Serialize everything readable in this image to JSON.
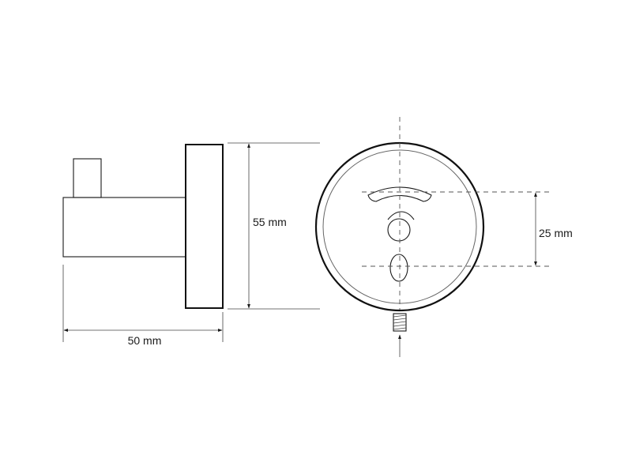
{
  "dimensions": {
    "depth_label": "50 mm",
    "height_label": "55 mm",
    "hole_spacing_label": "25 mm"
  }
}
